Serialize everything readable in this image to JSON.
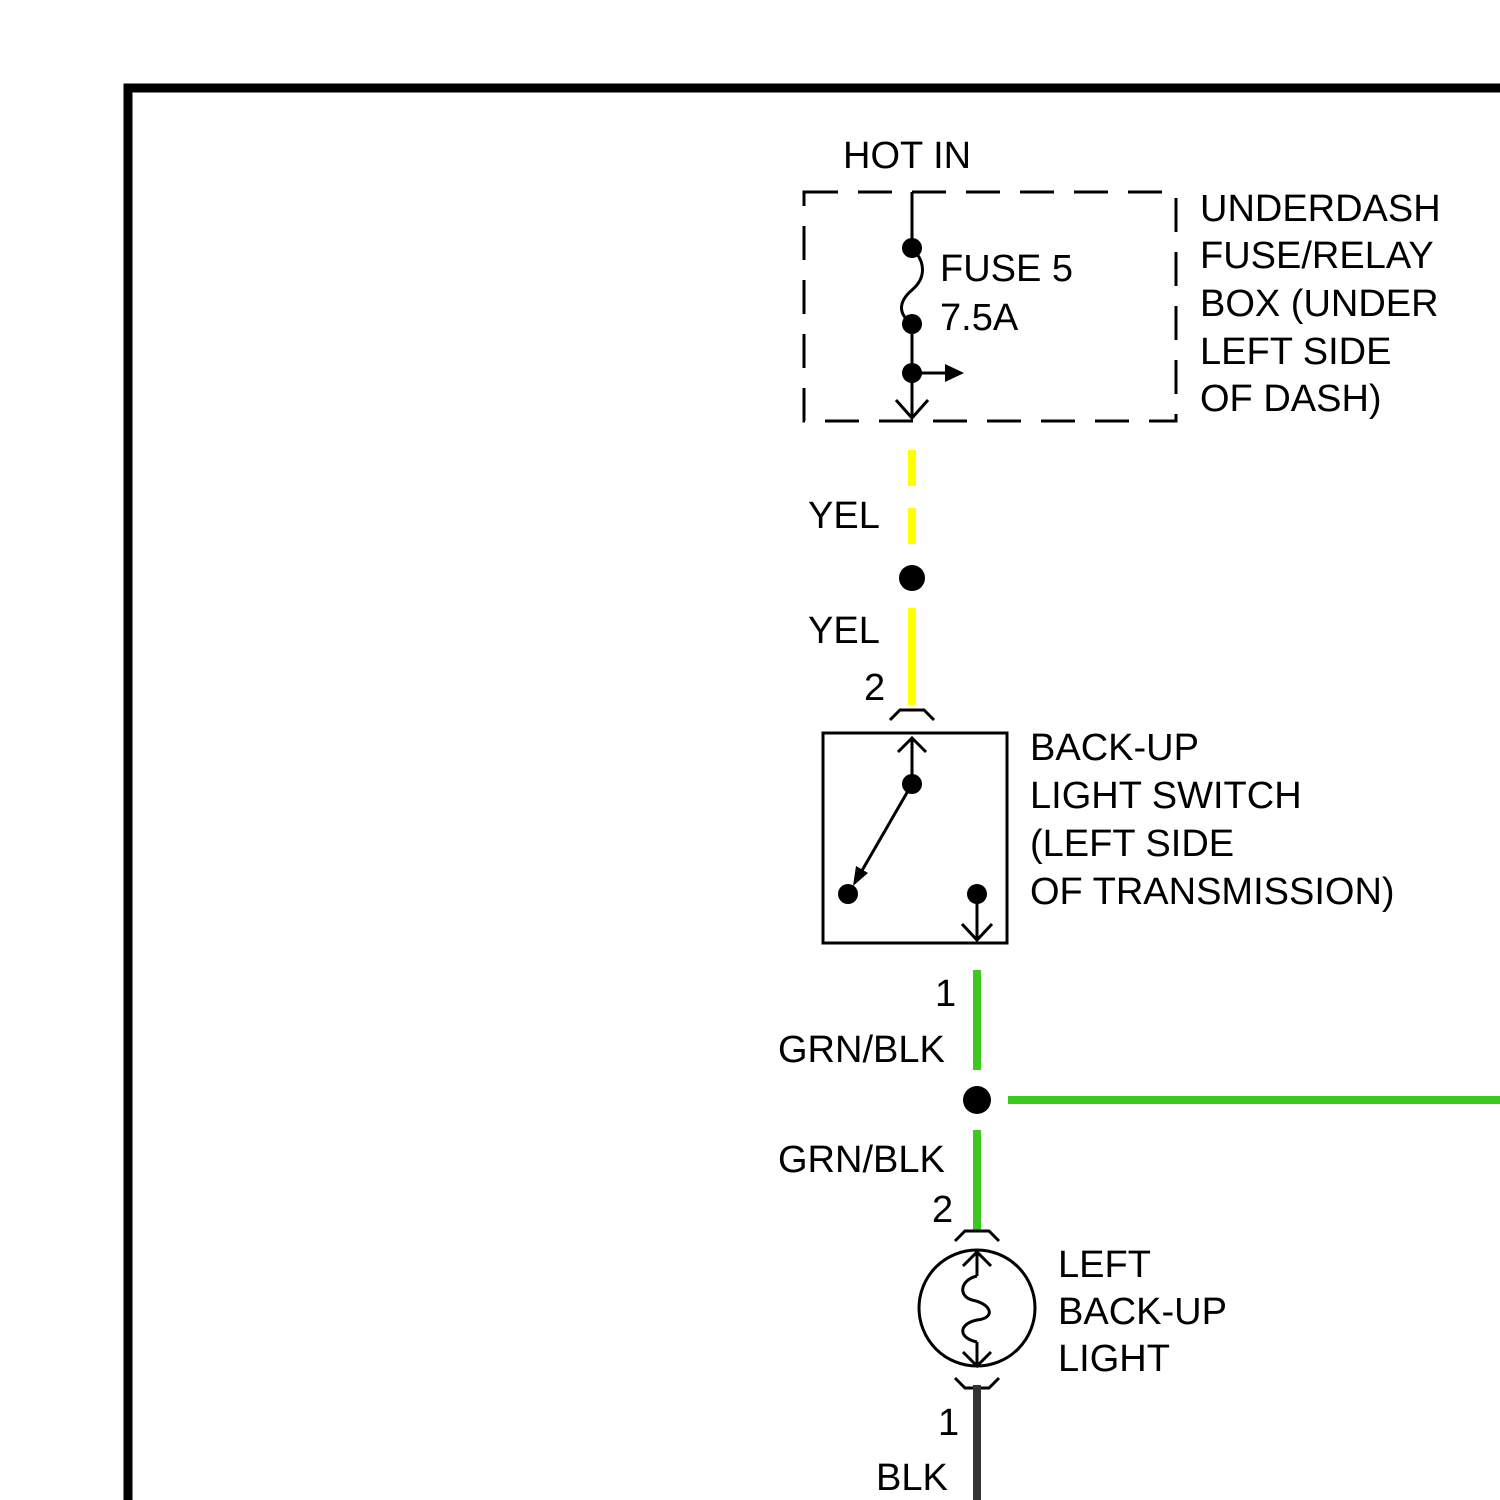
{
  "diagram": {
    "hot_in": "HOT IN",
    "fuse_box": {
      "lines": [
        "UNDERDASH",
        "FUSE/RELAY",
        "BOX (UNDER",
        "LEFT SIDE",
        "OF DASH)"
      ],
      "fuse_name": "FUSE 5",
      "fuse_rating": "7.5A"
    },
    "wire_yellow": {
      "label_upper": "YEL",
      "label_lower": "YEL",
      "color": "#ffff00"
    },
    "switch": {
      "pin_top": "2",
      "pin_bottom": "1",
      "lines": [
        "BACK-UP",
        "LIGHT SWITCH",
        "(LEFT SIDE",
        "OF TRANSMISSION)"
      ]
    },
    "wire_green": {
      "label_upper": "GRN/BLK",
      "label_lower": "GRN/BLK",
      "color": "#3cc81e"
    },
    "light": {
      "pin_top": "2",
      "pin_bottom": "1",
      "lines": [
        "LEFT",
        "BACK-UP",
        "LIGHT"
      ]
    },
    "wire_black": {
      "label": "BLK",
      "color": "#333333"
    }
  }
}
